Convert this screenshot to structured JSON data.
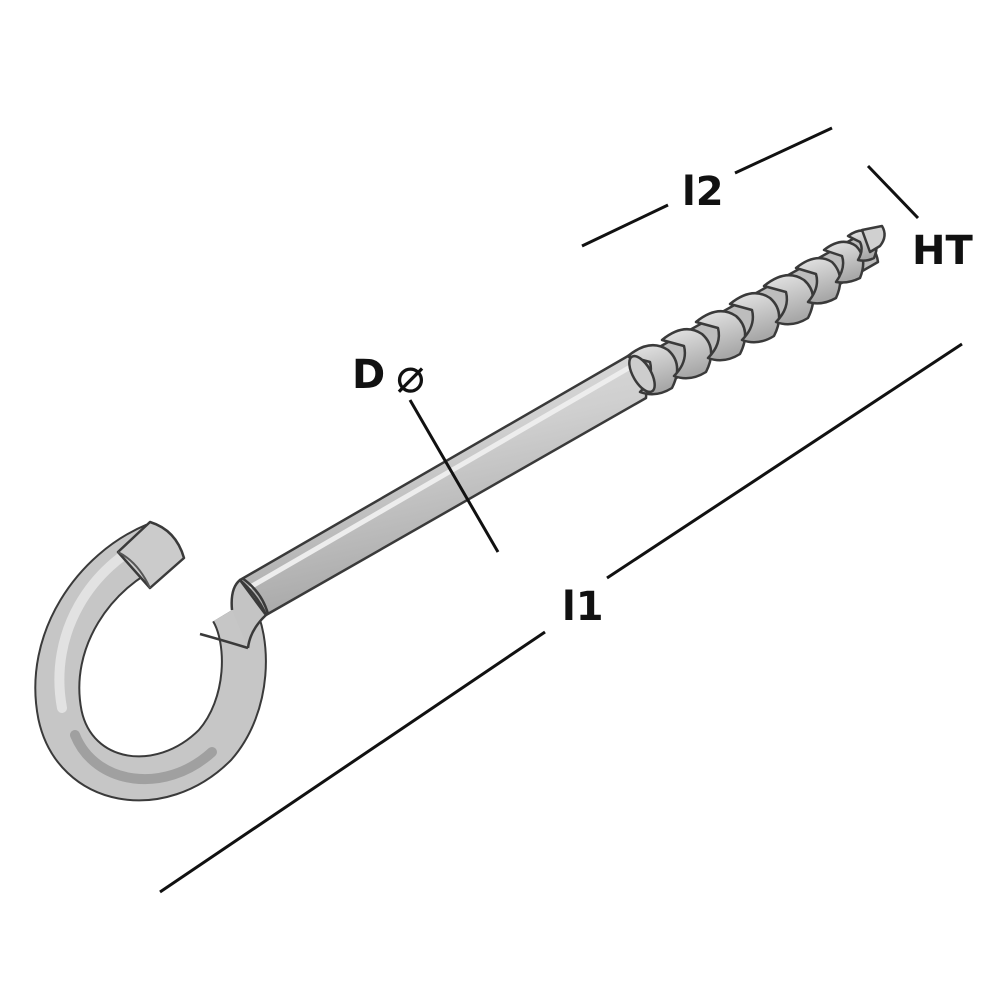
{
  "labels": {
    "l1": "l1",
    "l2": "l2",
    "ht": "HT",
    "d_letter": "D",
    "d_symbol": "⌀"
  },
  "colors": {
    "metal": "#c8c8c8",
    "metal_highlight": "#e2e2e2",
    "metal_shadow": "#9a9a9a",
    "outline": "#3a3a3a",
    "dimension_line": "#111111",
    "background": "#ffffff"
  }
}
